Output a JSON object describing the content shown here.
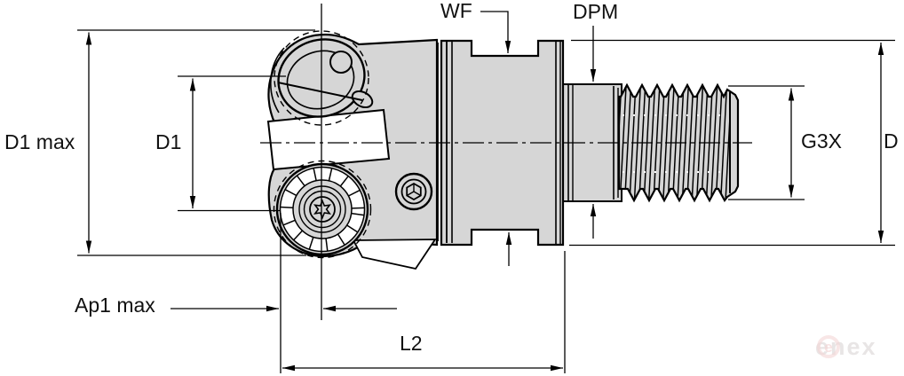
{
  "diagram": {
    "labels": {
      "d1max": "D1 max",
      "d1": "D1",
      "wf": "WF",
      "dpm": "DPM",
      "g3x": "G3X",
      "d": "D",
      "ap1max": "Ap1 max",
      "l2": "L2"
    },
    "watermark": {
      "text": "enex",
      "logo": "circled-e"
    },
    "colors": {
      "body_fill": "#d6d6d6",
      "outline": "#000000",
      "background": "#ffffff",
      "watermark": "#f3dcdc"
    }
  }
}
